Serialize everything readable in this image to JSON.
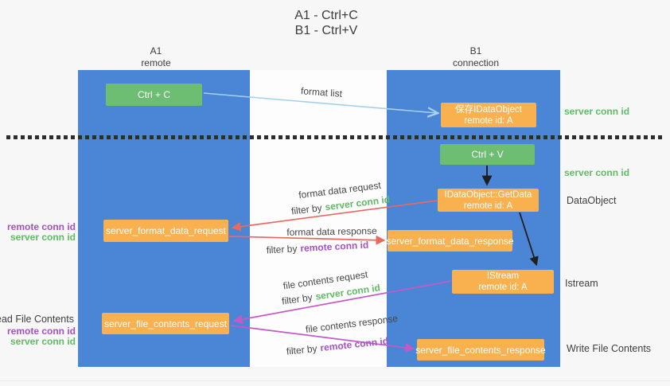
{
  "title": {
    "line1": "A1 - Ctrl+C",
    "line2": "B1 - Ctrl+V"
  },
  "columns": {
    "left": {
      "name": "A1",
      "subtitle": "remote"
    },
    "right": {
      "name": "B1",
      "subtitle": "connection"
    }
  },
  "nodes": {
    "ctrl_c": {
      "label": "Ctrl + C"
    },
    "save_idataobject": {
      "line1": "保存IDataObject",
      "line2": "remote id: A"
    },
    "ctrl_v": {
      "label": "Ctrl + V"
    },
    "getdata": {
      "line1": "IDataObject::GetData",
      "line2": "remote id: A"
    },
    "format_request": {
      "label": "server_format_data_request"
    },
    "format_response": {
      "label": "server_format_data_response"
    },
    "istream": {
      "line1": "IStream",
      "line2": "remote id: A"
    },
    "file_request": {
      "label": "server_file_contents_request"
    },
    "file_response": {
      "label": "server_file_contents_response"
    }
  },
  "arrows": {
    "format_list": "format list",
    "format_data_request": "format data request",
    "format_data_response": "format data response",
    "file_contents_request": "file contents request",
    "file_contents_response": "file contents response",
    "filter_by": "filter by"
  },
  "keys": {
    "server_conn_id": "server conn id",
    "remote_conn_id": "remote conn id"
  },
  "side": {
    "dataobject": "DataObject",
    "istream": "Istream",
    "write_file_contents": "Write File Contents",
    "read_file_contents": "Read File Contents"
  },
  "colors": {
    "lifeline_blue": "#4a85d6",
    "action_green": "#6dbd72",
    "message_orange": "#f9b04e",
    "request_red": "#e8695e",
    "response_magenta": "#c45ac6",
    "server_conn_green": "#5fbc62",
    "remote_conn_purple": "#a650c5",
    "format_list_blue": "#a4d1ef",
    "text_dark": "#3c3c3c"
  }
}
